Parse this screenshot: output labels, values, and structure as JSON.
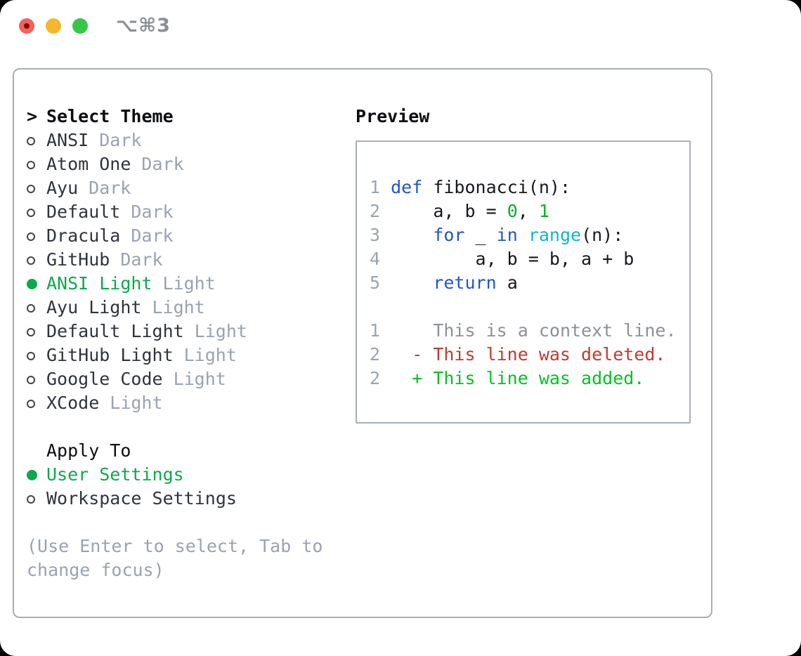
{
  "window": {
    "title": "⌥⌘3",
    "buttons": {
      "close": "close",
      "minimize": "minimize",
      "zoom": "zoom"
    }
  },
  "theme_picker": {
    "pointer": ">",
    "heading": "Select Theme",
    "themes": [
      {
        "name": "ANSI",
        "variant": "Dark",
        "selected": false
      },
      {
        "name": "Atom One",
        "variant": "Dark",
        "selected": false
      },
      {
        "name": "Ayu",
        "variant": "Dark",
        "selected": false
      },
      {
        "name": "Default",
        "variant": "Dark",
        "selected": false
      },
      {
        "name": "Dracula",
        "variant": "Dark",
        "selected": false
      },
      {
        "name": "GitHub",
        "variant": "Dark",
        "selected": false
      },
      {
        "name": "ANSI Light",
        "variant": "Light",
        "selected": true
      },
      {
        "name": "Ayu Light",
        "variant": "Light",
        "selected": false
      },
      {
        "name": "Default Light",
        "variant": "Light",
        "selected": false
      },
      {
        "name": "GitHub Light",
        "variant": "Light",
        "selected": false
      },
      {
        "name": "Google Code",
        "variant": "Light",
        "selected": false
      },
      {
        "name": "XCode",
        "variant": "Light",
        "selected": false
      }
    ],
    "apply_to": {
      "heading": "Apply To",
      "options": [
        {
          "label": "User Settings",
          "selected": true
        },
        {
          "label": "Workspace Settings",
          "selected": false
        }
      ]
    },
    "hint_lines": [
      "(Use Enter to select, Tab to",
      "change focus)"
    ]
  },
  "preview": {
    "heading": "Preview",
    "lines": [
      [
        {
          "t": "1",
          "c": "num"
        },
        {
          "t": " ",
          "c": "plain"
        },
        {
          "t": "def",
          "c": "kw"
        },
        {
          "t": " fibonacci(n):",
          "c": "plain"
        }
      ],
      [
        {
          "t": "2",
          "c": "num"
        },
        {
          "t": "     a, b = ",
          "c": "plain"
        },
        {
          "t": "0",
          "c": "number"
        },
        {
          "t": ", ",
          "c": "plain"
        },
        {
          "t": "1",
          "c": "number"
        }
      ],
      [
        {
          "t": "3",
          "c": "num"
        },
        {
          "t": "     ",
          "c": "plain"
        },
        {
          "t": "for",
          "c": "kw"
        },
        {
          "t": " _ ",
          "c": "plain"
        },
        {
          "t": "in",
          "c": "kw"
        },
        {
          "t": " ",
          "c": "plain"
        },
        {
          "t": "range",
          "c": "builtin"
        },
        {
          "t": "(n):",
          "c": "plain"
        }
      ],
      [
        {
          "t": "4",
          "c": "num"
        },
        {
          "t": "         a, b = b, a + b",
          "c": "plain"
        }
      ],
      [
        {
          "t": "5",
          "c": "num"
        },
        {
          "t": "     ",
          "c": "plain"
        },
        {
          "t": "return",
          "c": "kw"
        },
        {
          "t": " a",
          "c": "plain"
        }
      ],
      [],
      [
        {
          "t": "1",
          "c": "num"
        },
        {
          "t": "     ",
          "c": "plain"
        },
        {
          "t": "This is a context line.",
          "c": "ctx"
        }
      ],
      [
        {
          "t": "2",
          "c": "num"
        },
        {
          "t": "   ",
          "c": "plain"
        },
        {
          "t": "- This line was deleted.",
          "c": "del"
        }
      ],
      [
        {
          "t": "2",
          "c": "num"
        },
        {
          "t": "   ",
          "c": "plain"
        },
        {
          "t": "+ This line was added.",
          "c": "add"
        }
      ]
    ]
  },
  "colors": {
    "keyword": "#1e55d7",
    "number": "#00b428",
    "builtin": "#0ab9c8",
    "plain": "#15181d",
    "line_number": "#9ba3b2",
    "context": "#8c9196",
    "deleted": "#c4392b",
    "added": "#00c41e",
    "selected_green": "#0aaa4b",
    "muted": "#9aa2b1",
    "heading": "#0b0d10",
    "item_text": "#2f343c",
    "radio_ring": "#3f444c",
    "border": "#a7adb7",
    "title_gray": "#8a8f96",
    "light_red": "#f4615b",
    "light_yellow": "#f8b62d",
    "light_green": "#34c748",
    "unsaved_dot": "#7b0e08"
  }
}
